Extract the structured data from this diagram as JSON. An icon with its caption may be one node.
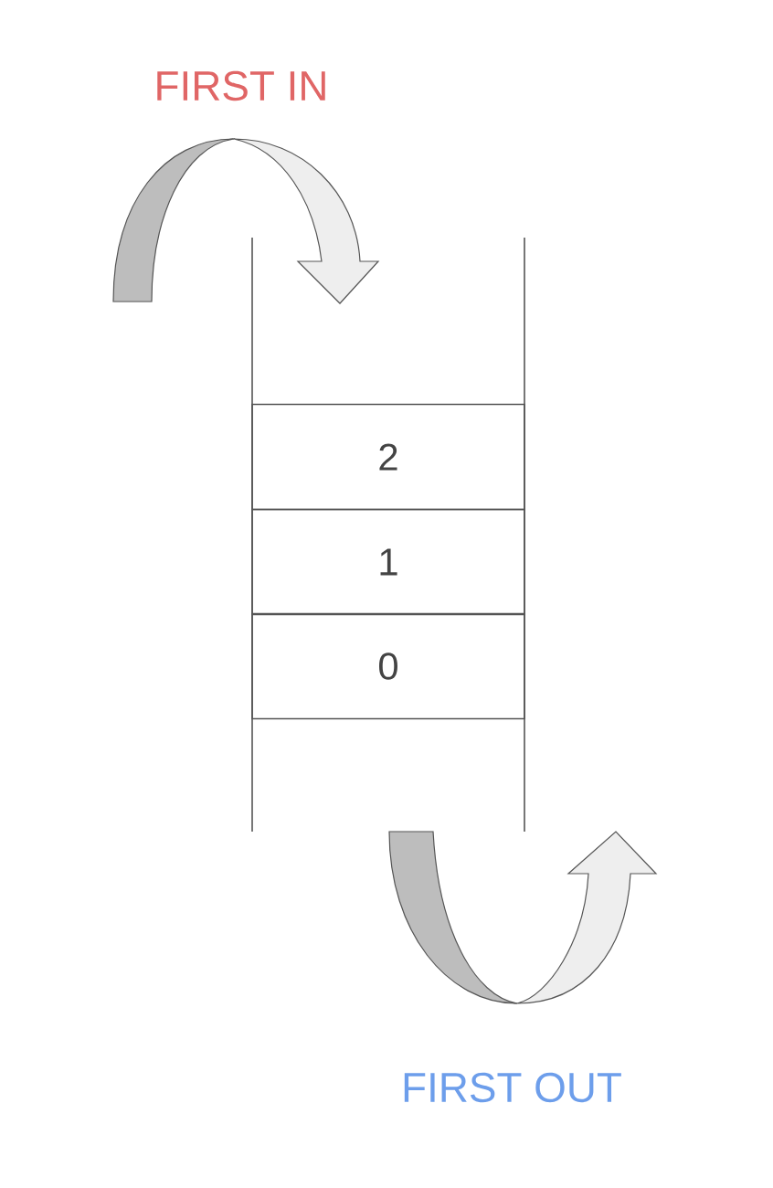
{
  "diagram": {
    "nodes": [
      {
        "text": [
          "2"
        ]
      },
      {
        "text": [
          "1"
        ]
      },
      {
        "text": [
          "0"
        ]
      }
    ],
    "labels": [
      "FIRST IN",
      "FIRST OUT"
    ]
  }
}
